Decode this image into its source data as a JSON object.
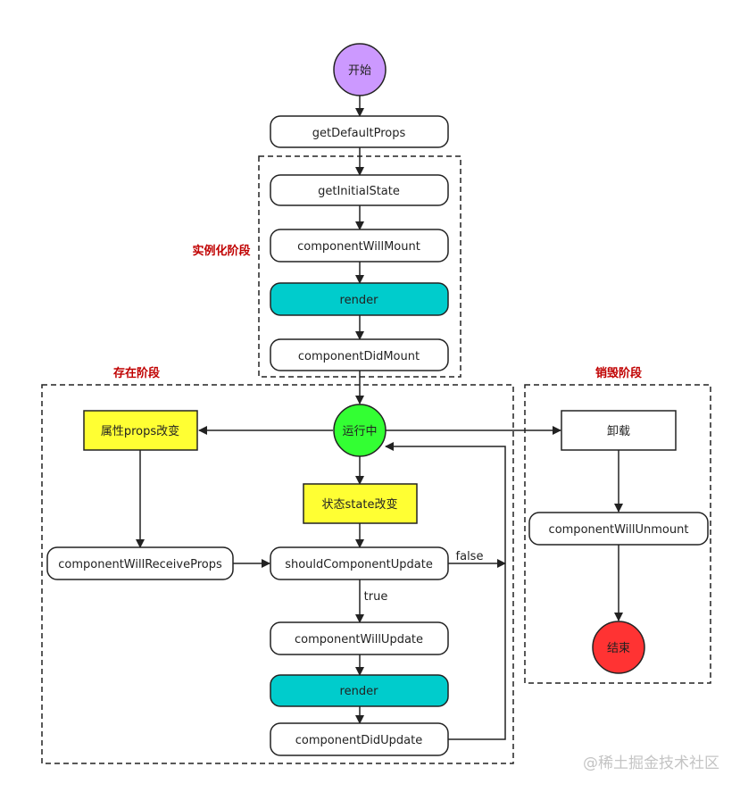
{
  "nodes": {
    "start": "开始",
    "getDefaultProps": "getDefaultProps",
    "getInitialState": "getInitialState",
    "componentWillMount": "componentWillMount",
    "render1": "render",
    "componentDidMount": "componentDidMount",
    "running": "运行中",
    "propsChange": "属性props改变",
    "stateChange": "状态state改变",
    "componentWillReceiveProps": "componentWillReceiveProps",
    "shouldComponentUpdate": "shouldComponentUpdate",
    "componentWillUpdate": "componentWillUpdate",
    "render2": "render",
    "componentDidUpdate": "componentDidUpdate",
    "unload": "卸载",
    "componentWillUnmount": "componentWillUnmount",
    "end": "结束"
  },
  "groups": {
    "instantiation": "实例化阶段",
    "existence": "存在阶段",
    "destruction": "销毁阶段"
  },
  "edge_labels": {
    "false": "false",
    "true": "true"
  },
  "watermark": "@稀土掘金技术社区",
  "colors": {
    "start": "#cc99ff",
    "running": "#33ff33",
    "end": "#ff3333",
    "render": "#00cccc",
    "highlight": "#ffff33",
    "group_label": "#c00000"
  }
}
